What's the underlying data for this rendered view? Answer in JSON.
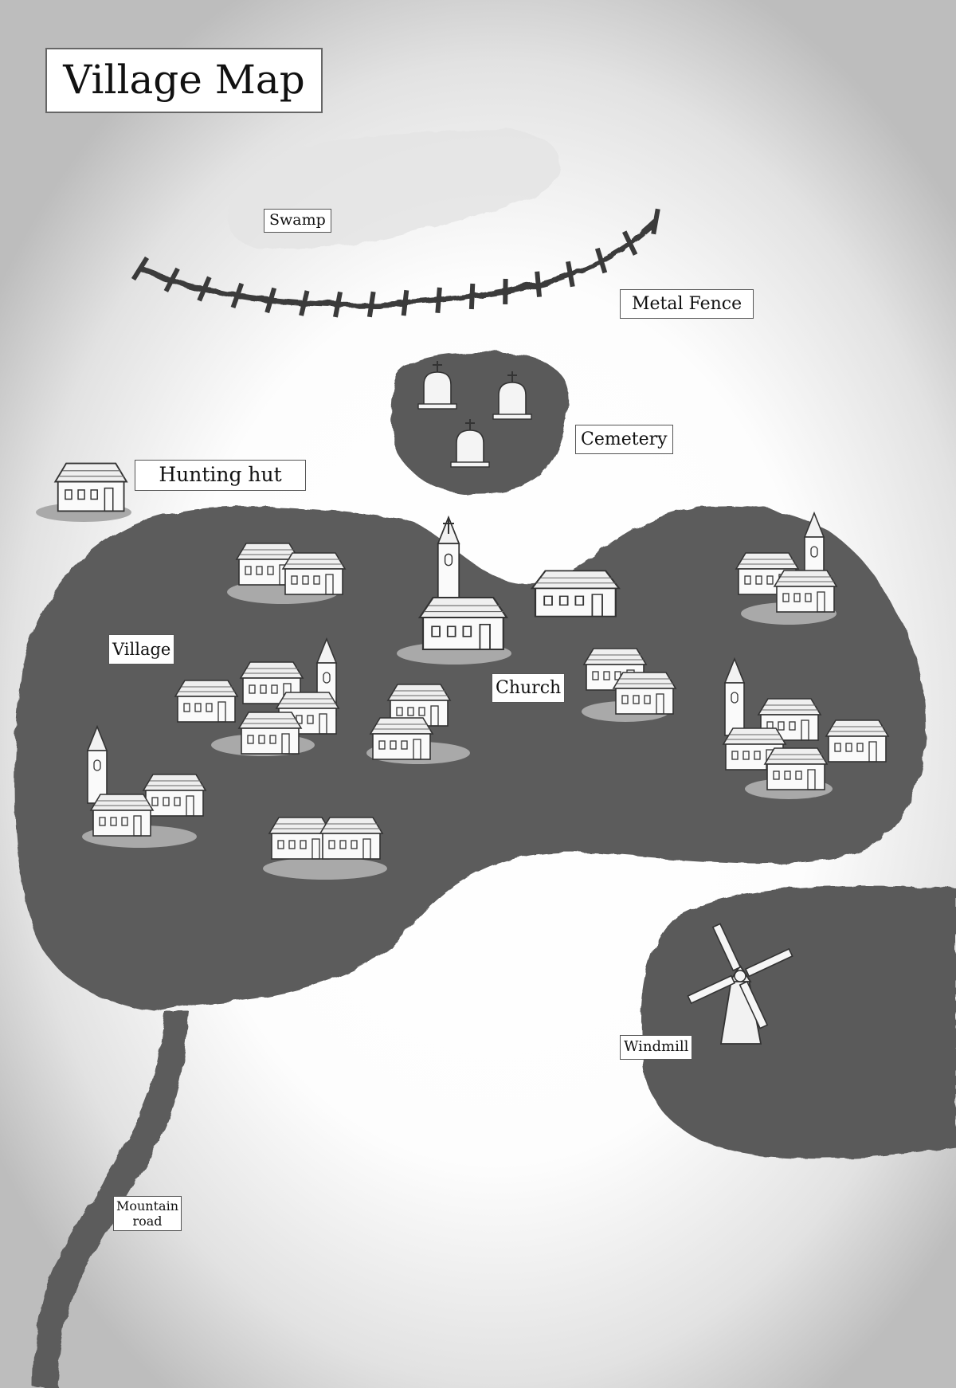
{
  "title": "Village Map",
  "labels": {
    "swamp": "Swamp",
    "metal_fence": "Metal Fence",
    "cemetery": "Cemetery",
    "hunting_hut": "Hunting hut",
    "village": "Village",
    "church": "Church",
    "windmill": "Windmill",
    "mountain_road": "Mountain road"
  },
  "colors": {
    "land": "#5b5b5b",
    "swamp": "#e6e6e6",
    "building": "#f6f6f6",
    "building_outline": "#333333",
    "shadow": "#a9a9a9"
  },
  "icons": [
    "house-icon",
    "church-icon",
    "tower-icon",
    "windmill-icon",
    "gravestone-icon",
    "fence-icon"
  ]
}
